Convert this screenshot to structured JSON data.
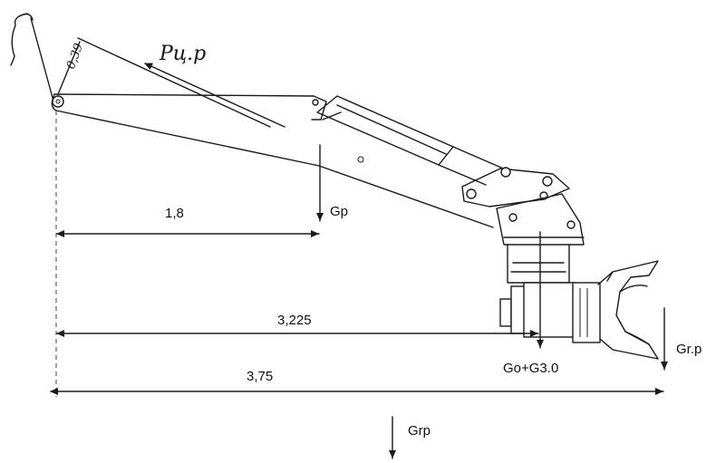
{
  "labels": {
    "force_p": "Pц.р",
    "angle": "0,39",
    "gp": "Gp",
    "dim_1": "1,8",
    "dim_2": "3,225",
    "dim_3": "3,75",
    "go_g3o": "Go+G3.0",
    "gr_p": "Gr.p",
    "grp": "Grp"
  }
}
